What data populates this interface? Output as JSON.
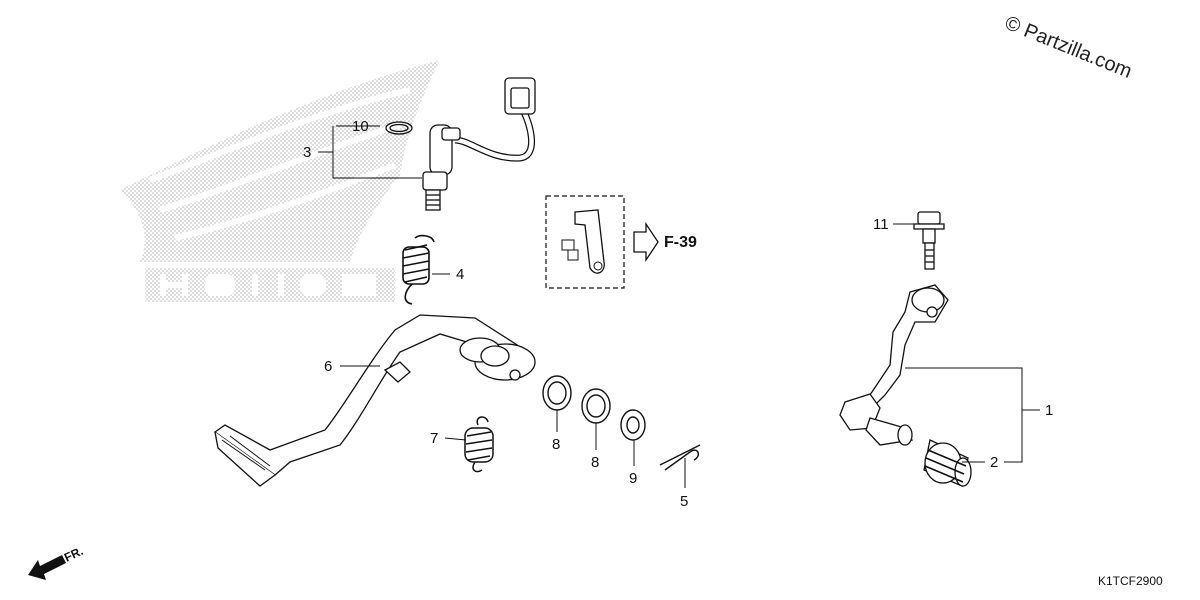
{
  "diagram": {
    "watermark": "© Partzilla.com",
    "code": "K1TCF2900",
    "reference": "F-39",
    "direction": "FR.",
    "brand_logo": "HONDA",
    "callouts": {
      "c1": "1",
      "c2": "2",
      "c3": "3",
      "c4": "4",
      "c5": "5",
      "c6": "6",
      "c7": "7",
      "c8a": "8",
      "c8b": "8",
      "c9": "9",
      "c10": "10",
      "c11": "11"
    }
  }
}
